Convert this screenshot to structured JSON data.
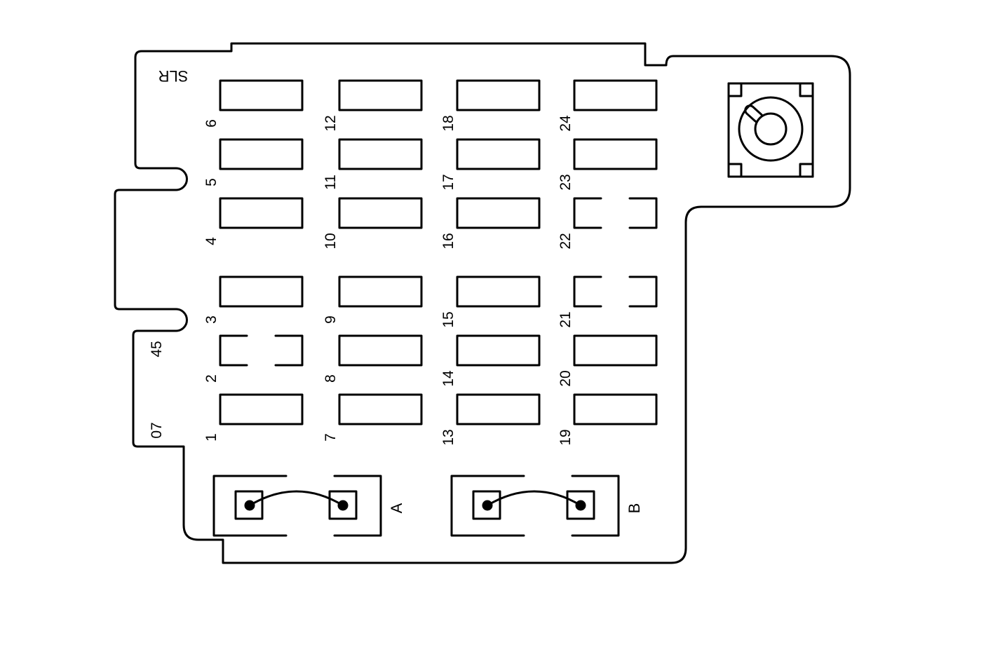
{
  "panel_code": "SLR",
  "side_codes": [
    "45",
    "07"
  ],
  "fuses": [
    {
      "number": "1",
      "style": "solid"
    },
    {
      "number": "2",
      "style": "empty"
    },
    {
      "number": "3",
      "style": "solid"
    },
    {
      "number": "4",
      "style": "solid"
    },
    {
      "number": "5",
      "style": "solid"
    },
    {
      "number": "6",
      "style": "solid"
    },
    {
      "number": "7",
      "style": "solid"
    },
    {
      "number": "8",
      "style": "solid"
    },
    {
      "number": "9",
      "style": "solid"
    },
    {
      "number": "10",
      "style": "solid"
    },
    {
      "number": "11",
      "style": "solid"
    },
    {
      "number": "12",
      "style": "solid"
    },
    {
      "number": "13",
      "style": "solid"
    },
    {
      "number": "14",
      "style": "solid"
    },
    {
      "number": "15",
      "style": "solid"
    },
    {
      "number": "16",
      "style": "solid"
    },
    {
      "number": "17",
      "style": "solid"
    },
    {
      "number": "18",
      "style": "solid"
    },
    {
      "number": "19",
      "style": "solid"
    },
    {
      "number": "20",
      "style": "solid"
    },
    {
      "number": "21",
      "style": "empty"
    },
    {
      "number": "22",
      "style": "empty"
    },
    {
      "number": "23",
      "style": "solid"
    },
    {
      "number": "24",
      "style": "solid"
    }
  ],
  "breakers": [
    {
      "label": "A"
    },
    {
      "label": "B"
    }
  ]
}
